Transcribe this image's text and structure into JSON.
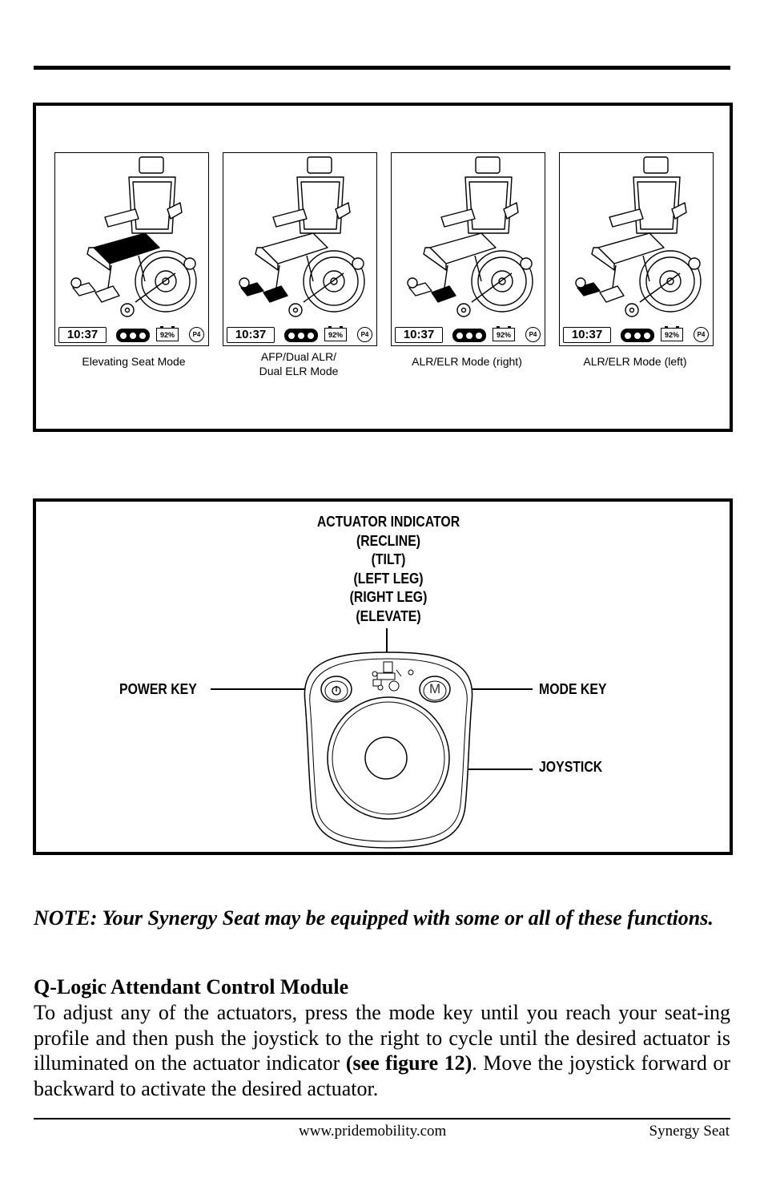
{
  "figure1": {
    "panels": [
      {
        "caption": "Elevating Seat Mode",
        "time": "10:37",
        "battery": "92%",
        "profile": "P4",
        "highlight": "seat"
      },
      {
        "caption": "AFP/Dual ALR/\nDual ELR Mode",
        "time": "10:37",
        "battery": "92%",
        "profile": "P4",
        "highlight": "both-feet"
      },
      {
        "caption": "ALR/ELR Mode (right)",
        "time": "10:37",
        "battery": "92%",
        "profile": "P4",
        "highlight": "right-foot"
      },
      {
        "caption": "ALR/ELR Mode (left)",
        "time": "10:37",
        "battery": "92%",
        "profile": "P4",
        "highlight": "left-foot"
      }
    ]
  },
  "figure2": {
    "actuator_indicator": [
      "ACTUATOR INDICATOR",
      "(RECLINE)",
      "(TILT)",
      "(LEFT LEG)",
      "(RIGHT LEG)",
      "(ELEVATE)"
    ],
    "power_key": "POWER KEY",
    "mode_key": "MODE KEY",
    "joystick": "JOYSTICK",
    "mode_key_glyph": "M"
  },
  "note": "NOTE: Your Synergy Seat may be equipped with some or all of these functions.",
  "section": {
    "heading": "Q-Logic Attendant Control Module",
    "body_before": "To adjust any of the actuators, press the mode key until you reach your seat-ing profile and then push the joystick to the right to cycle until the desired actuator is illuminated on the actuator indicator ",
    "body_bold": "(see figure 12)",
    "body_after": ". Move the joystick forward or backward to activate the desired actuator."
  },
  "footer": {
    "url": "www.pridemobility.com",
    "title": "Synergy Seat"
  }
}
